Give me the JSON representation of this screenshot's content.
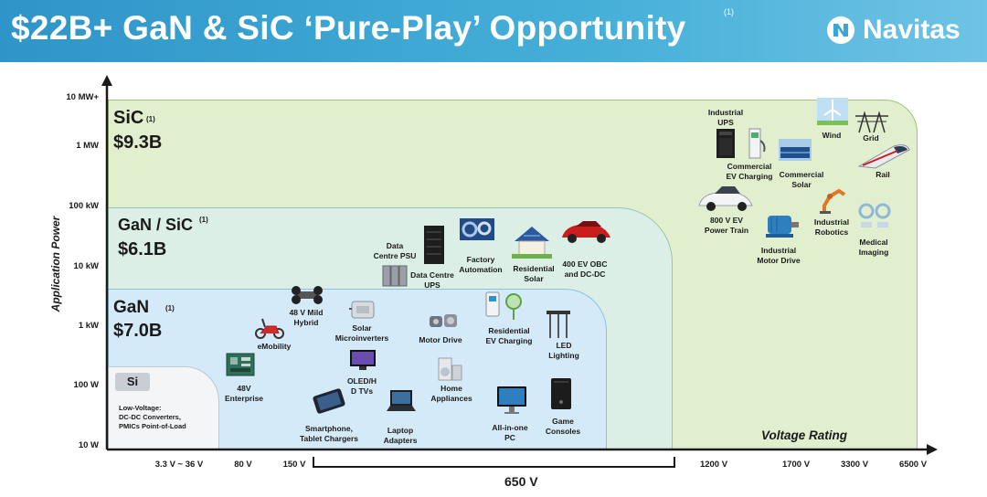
{
  "header": {
    "title": "$22B+ GaN & SiC ‘Pure-Play’ Opportunity",
    "title_footnote": "(1)",
    "logo_text": "Navitas",
    "background": "#3aa6d4"
  },
  "zones": {
    "sic": {
      "name": "SiC",
      "footnote": "(1)",
      "value": "$9.3B",
      "color": "#e1efcf"
    },
    "gan_sic": {
      "name": "GaN / SiC",
      "footnote": "(1)",
      "value": "$6.1B",
      "color": "#dcefe6"
    },
    "gan": {
      "name": "GaN",
      "footnote": "(1)",
      "value": "$7.0B",
      "color": "#d4eaf8"
    },
    "si": {
      "name": "Si",
      "note_line1": "Low-Voltage:",
      "note_line2": "DC-DC Converters,",
      "note_line3": "PMICs Point-of-Load",
      "color": "#f4f5f6"
    }
  },
  "axes": {
    "y_label": "Application Power",
    "x_label": "Voltage Rating",
    "y_ticks": [
      "10 MW+",
      "1 MW",
      "100 kW",
      "10 kW",
      "1 kW",
      "100 W",
      "10 W"
    ],
    "x_ticks": [
      "3.3 V ~ 36 V",
      "80 V",
      "150 V",
      "1200 V",
      "1700 V",
      "3300 V",
      "6500 V"
    ],
    "bracket_label": "650 V"
  },
  "applications": {
    "enterprise_48v": {
      "line1": "48V",
      "line2": "Enterprise"
    },
    "emobility": {
      "line1": "eMobility"
    },
    "mild_hybrid": {
      "line1": "48 V Mild",
      "line2": "Hybrid"
    },
    "smartphone": {
      "line1": "Smartphone,",
      "line2": "Tablet Chargers"
    },
    "solar_micro": {
      "line1": "Solar",
      "line2": "Microinverters"
    },
    "oled": {
      "line1": "OLED/H",
      "line2": "D TVs"
    },
    "laptop": {
      "line1": "Laptop",
      "line2": "Adapters"
    },
    "motor_drive": {
      "line1": "Motor Drive"
    },
    "home_appliances": {
      "line1": "Home",
      "line2": "Appliances"
    },
    "residential_ev": {
      "line1": "Residential",
      "line2": "EV Charging"
    },
    "all_in_one": {
      "line1": "All-in-one",
      "line2": "PC"
    },
    "led_lighting": {
      "line1": "LED",
      "line2": "Lighting"
    },
    "game_consoles": {
      "line1": "Game",
      "line2": "Consoles"
    },
    "data_centre_psu": {
      "line1": "Data",
      "line2": "Centre PSU"
    },
    "data_centre_ups": {
      "line1": "Data Centre",
      "line2": "UPS"
    },
    "factory_automation": {
      "line1": "Factory",
      "line2": "Automation"
    },
    "residential_solar": {
      "line1": "Residential",
      "line2": "Solar"
    },
    "ev_obc": {
      "line1": "400 EV OBC",
      "line2": "and DC-DC"
    },
    "industrial_ups": {
      "line1": "Industrial",
      "line2": "UPS"
    },
    "commercial_ev": {
      "line1": "Commercial",
      "line2": "EV Charging"
    },
    "commercial_solar": {
      "line1": "Commercial",
      "line2": "Solar"
    },
    "wind": {
      "line1": "Wind"
    },
    "grid": {
      "line1": "Grid"
    },
    "rail": {
      "line1": "Rail"
    },
    "power_train": {
      "line1": "800 V EV",
      "line2": "Power Train"
    },
    "industrial_motor": {
      "line1": "Industrial",
      "line2": "Motor Drive"
    },
    "industrial_robotics": {
      "line1": "Industrial",
      "line2": "Robotics"
    },
    "medical_imaging": {
      "line1": "Medical",
      "line2": "Imaging"
    }
  }
}
